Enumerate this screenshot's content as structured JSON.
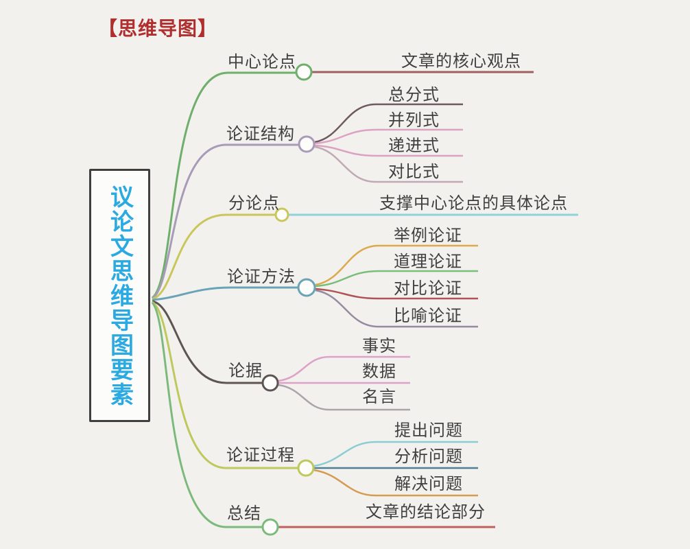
{
  "title": "【思维导图】",
  "title_color": "#b02e2e",
  "background_color": "#f2f1ee",
  "root": {
    "label": "议论文思维导图要素",
    "text_color": "#2ba9e1",
    "border_color": "#3f3f3f"
  },
  "branches": [
    {
      "label": "中心论点",
      "color": "#6fae6b",
      "children": [
        {
          "label": "文章的核心观点",
          "color": "#9e6060"
        }
      ]
    },
    {
      "label": "论证结构",
      "color": "#a89bb8",
      "children": [
        {
          "label": "总分式",
          "color": "#6e5a5e"
        },
        {
          "label": "并列式",
          "color": "#dca2c2"
        },
        {
          "label": "递进式",
          "color": "#dca2c2"
        },
        {
          "label": "对比式",
          "color": "#c0a8b4"
        }
      ]
    },
    {
      "label": "分论点",
      "color": "#c9c75a",
      "children": [
        {
          "label": "支撑中心论点的具体论点",
          "color": "#8fd2da"
        }
      ]
    },
    {
      "label": "论证方法",
      "color": "#69a3b8",
      "children": [
        {
          "label": "举例论证",
          "color": "#dca94e"
        },
        {
          "label": "道理论证",
          "color": "#79be79"
        },
        {
          "label": "对比论证",
          "color": "#af5454"
        },
        {
          "label": "比喻论证",
          "color": "#968aa0"
        }
      ]
    },
    {
      "label": "论据",
      "color": "#5e5452",
      "children": [
        {
          "label": "事实",
          "color": "#dca2c8"
        },
        {
          "label": "数据",
          "color": "#dca2c8"
        },
        {
          "label": "名言",
          "color": "#aca4ac"
        }
      ]
    },
    {
      "label": "论证过程",
      "color": "#bfc85c",
      "children": [
        {
          "label": "提出问题",
          "color": "#8cccd2"
        },
        {
          "label": "分析问题",
          "color": "#4f7f93"
        },
        {
          "label": "解决问题",
          "color": "#d49b52"
        }
      ]
    },
    {
      "label": "总结",
      "color": "#7cba7c",
      "children": [
        {
          "label": "文章的结论部分",
          "color": "#c15f5f"
        }
      ]
    }
  ]
}
